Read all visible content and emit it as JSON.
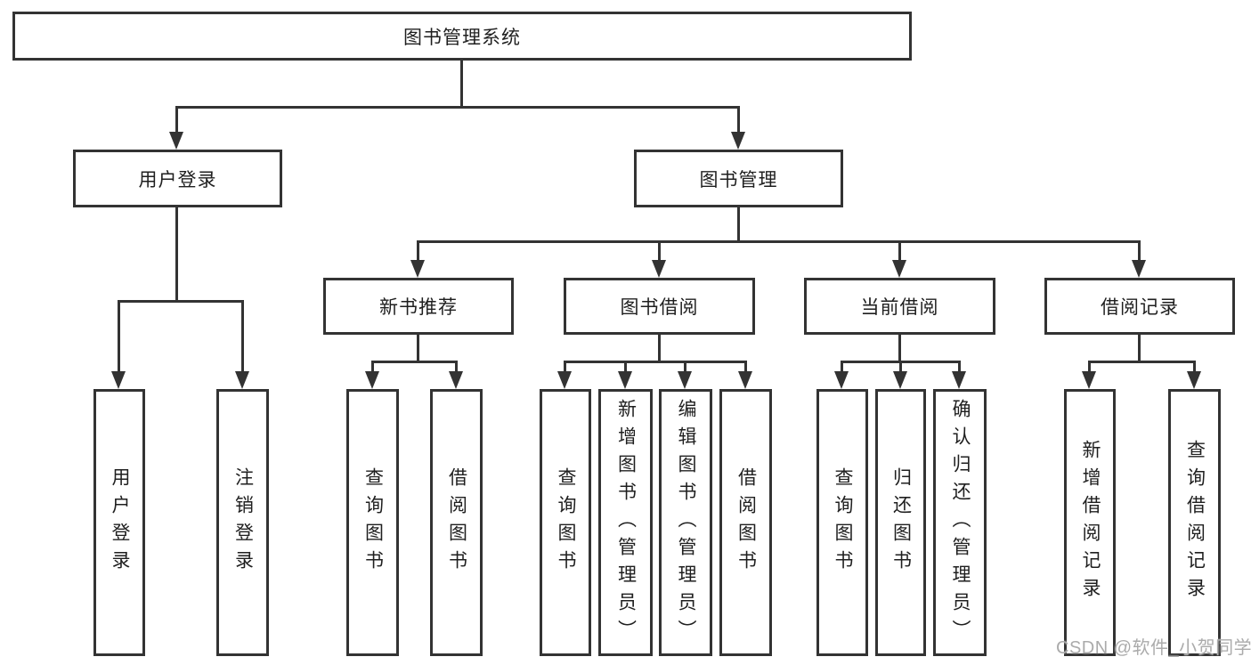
{
  "diagram": {
    "title": "图书管理系统",
    "line_color": "#333333",
    "text_color": "#1f1f1f",
    "background_color": "#ffffff"
  },
  "nodes": {
    "root": {
      "label": "图书管理系统"
    },
    "user_login": {
      "label": "用户登录"
    },
    "book_mgmt": {
      "label": "图书管理"
    },
    "new_book_rec": {
      "label": "新书推荐"
    },
    "book_borrow": {
      "label": "图书借阅"
    },
    "current_borrow": {
      "label": "当前借阅"
    },
    "borrow_record": {
      "label": "借阅记录"
    },
    "leaf_user_login": {
      "label": "用户登录"
    },
    "leaf_logout": {
      "label": "注销登录"
    },
    "rec_query_book": {
      "label": "查询图书"
    },
    "rec_borrow_book": {
      "label": "借阅图书"
    },
    "bb_query_book": {
      "label": "查询图书"
    },
    "bb_add_book": {
      "label": "新增图书（管理员）"
    },
    "bb_edit_book": {
      "label": "编辑图书（管理员）"
    },
    "bb_borrow_book": {
      "label": "借阅图书"
    },
    "cb_query_book": {
      "label": "查询图书"
    },
    "cb_return_book": {
      "label": "归还图书"
    },
    "cb_confirm_return": {
      "label": "确认归还（管理员）"
    },
    "br_add_record": {
      "label": "新增借阅记录"
    },
    "br_query_record": {
      "label": "查询借阅记录"
    }
  },
  "watermark": {
    "text": "CSDN @软件_小贺同学",
    "color": "#ababab"
  }
}
